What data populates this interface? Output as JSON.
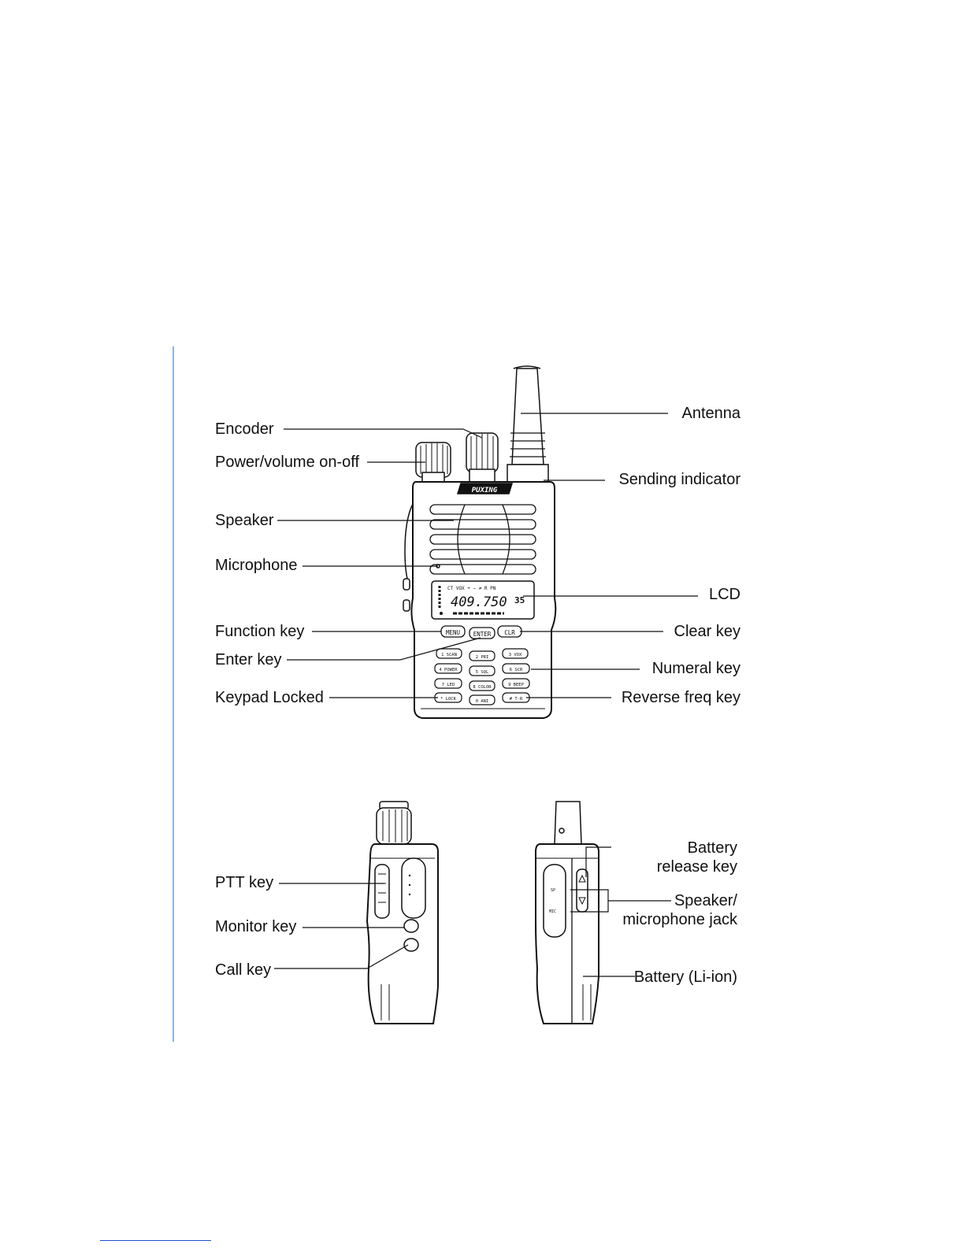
{
  "labels": {
    "antenna": "Antenna",
    "encoder": "Encoder",
    "power_volume": "Power/volume on-off",
    "sending_indicator": "Sending indicator",
    "speaker": "Speaker",
    "microphone": "Microphone",
    "lcd": "LCD",
    "function_key": "Function key",
    "clear_key": "Clear key",
    "enter_key": "Enter key",
    "numeral_key": "Numeral key",
    "keypad_locked": "Keypad Locked",
    "reverse_freq_key": "Reverse freq key",
    "ptt_key": "PTT key",
    "monitor_key": "Monitor key",
    "call_key": "Call key",
    "battery_release_1": "Battery",
    "battery_release_2": "release key",
    "speaker_mic_1": "Speaker/",
    "speaker_mic_2": "microphone jack",
    "battery_liion": "Battery (Li-ion)"
  },
  "radio": {
    "brand": "PUXING",
    "lcd_frequency": "409.750",
    "lcd_channel": "35",
    "lcd_indicators": "CT  VOX  +  −  ≠  R  PN",
    "keys": {
      "menu": "MENU",
      "enter": "ENTER",
      "clr": "CLR",
      "k1": "1 SCAN",
      "k2": "2 PRI",
      "k3": "3 VOX",
      "k4": "4 POWER",
      "k5": "5 SQL",
      "k6": "6 SCR",
      "k7": "7 LED",
      "k8": "8 COLOR",
      "k9": "9 BEEP",
      "kstar": "* LOCK",
      "k0": "0 ANI",
      "khash": "# T-R"
    },
    "jack_sp": "SP",
    "jack_mic": "MIC"
  },
  "colors": {
    "margin_rule": "#8fb3e0",
    "footnote_rule": "#1a4fd0",
    "ink": "#111111"
  }
}
